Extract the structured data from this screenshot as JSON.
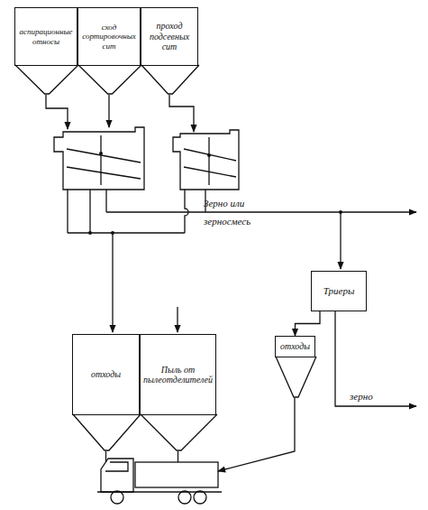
{
  "diagram": {
    "nodes": [
      {
        "text": [
          "аспирационные относы"
        ]
      },
      {
        "text": [
          "сход сортировочных сит"
        ]
      },
      {
        "text": [
          "проход подсевных сит"
        ]
      },
      {
        "text": [
          "Триеры"
        ]
      },
      {
        "text": [
          "отходы"
        ]
      },
      {
        "text": [
          "Пыль от пылеотделителей"
        ]
      },
      {
        "text": [
          "отходы"
        ]
      }
    ],
    "edges": [
      {
        "from": 3,
        "to": 6,
        "arrow": "to"
      }
    ],
    "labels": [
      "Зерно или зерносмесь",
      "зерно"
    ]
  }
}
